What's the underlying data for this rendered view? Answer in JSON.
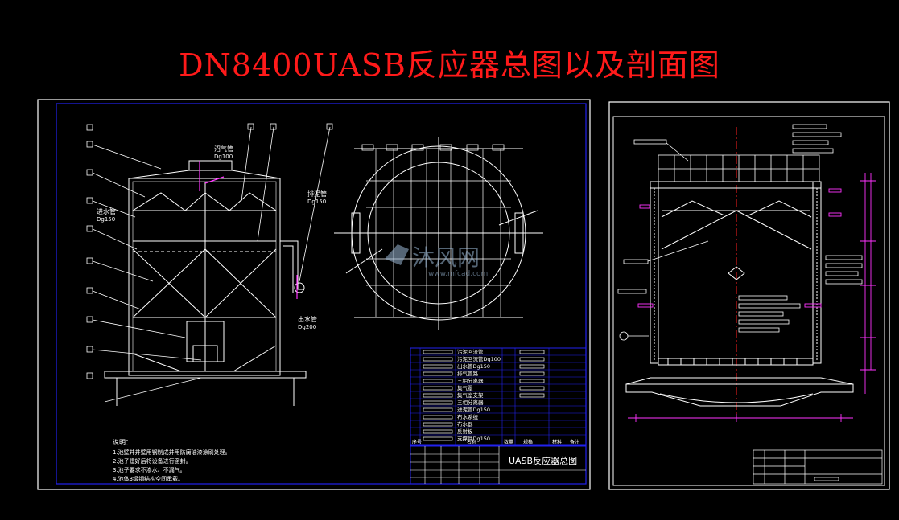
{
  "page_title": "DN8400UASB反应器总图以及剖面图",
  "left_sheet": {
    "pipe_labels": [
      {
        "name": "沼气管",
        "size": "Dg100"
      },
      {
        "name": "排泥管",
        "size": "Dg150"
      },
      {
        "name": "进水管",
        "size": "Dg150"
      },
      {
        "name": "出水管",
        "size": "Dg200"
      }
    ],
    "notes_heading": "说明：",
    "notes": [
      "1.池壁井井壁用钢制成并用防腐油漆涂刷处理。",
      "2.池子建好后将设备进行密封。",
      "3.池子要求不渗水、不漏气。",
      "4.池体3级钢结构空间承载。"
    ],
    "parts_list": [
      "污泥回流管",
      "污泥回流管Dg100",
      "出水管Dg150",
      "排气管路",
      "三相分离器",
      "集气罩",
      "集气室支架",
      "三相分离器",
      "进泥管Dg150",
      "布水系统",
      "布水器",
      "反射板",
      "支撑件Dg150"
    ],
    "parts_columns": [
      "序号",
      "名称",
      "数量",
      "规格",
      "材料",
      "备注"
    ],
    "title_block_name": "UASB反应器总图"
  },
  "watermark": {
    "brand": "沐风网",
    "url": "www.mfcad.com"
  },
  "colors": {
    "title": "#ff1a1a",
    "linework": "#ffffff",
    "frame": "#2222ee",
    "dimension": "#ff33ff",
    "centerline": "#ff2020"
  }
}
